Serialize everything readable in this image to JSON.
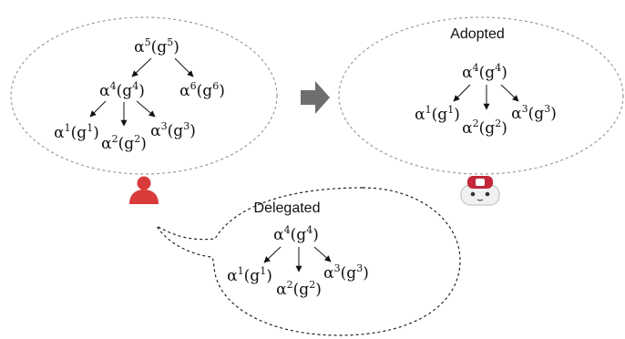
{
  "colors": {
    "dashed_outline": "#9a9a9a",
    "speech_outline": "#222222",
    "arrow_fill": "#6e6e6e",
    "user_icon": "#d93a3a",
    "robot_accent": "#c2273b"
  },
  "icons": {
    "transfer_arrow": "right-arrow-icon",
    "user": "person-icon",
    "robot": "robot-icon"
  },
  "left_bubble": {
    "nodes": {
      "a5": {
        "base": "α",
        "sup": "5",
        "arg_base": "g",
        "arg_sup": "5"
      },
      "a4": {
        "base": "α",
        "sup": "4",
        "arg_base": "g",
        "arg_sup": "4"
      },
      "a6": {
        "base": "α",
        "sup": "6",
        "arg_base": "g",
        "arg_sup": "6"
      },
      "a1": {
        "base": "α",
        "sup": "1",
        "arg_base": "g",
        "arg_sup": "1"
      },
      "a2": {
        "base": "α",
        "sup": "2",
        "arg_base": "g",
        "arg_sup": "2"
      },
      "a3": {
        "base": "α",
        "sup": "3",
        "arg_base": "g",
        "arg_sup": "3"
      }
    }
  },
  "right_bubble": {
    "title": "Adopted",
    "nodes": {
      "a4": {
        "base": "α",
        "sup": "4",
        "arg_base": "g",
        "arg_sup": "4"
      },
      "a1": {
        "base": "α",
        "sup": "1",
        "arg_base": "g",
        "arg_sup": "1"
      },
      "a2": {
        "base": "α",
        "sup": "2",
        "arg_base": "g",
        "arg_sup": "2"
      },
      "a3": {
        "base": "α",
        "sup": "3",
        "arg_base": "g",
        "arg_sup": "3"
      }
    }
  },
  "speech_bubble": {
    "title": "Delegated",
    "nodes": {
      "a4": {
        "base": "α",
        "sup": "4",
        "arg_base": "g",
        "arg_sup": "4"
      },
      "a1": {
        "base": "α",
        "sup": "1",
        "arg_base": "g",
        "arg_sup": "1"
      },
      "a2": {
        "base": "α",
        "sup": "2",
        "arg_base": "g",
        "arg_sup": "2"
      },
      "a3": {
        "base": "α",
        "sup": "3",
        "arg_base": "g",
        "arg_sup": "3"
      }
    }
  }
}
